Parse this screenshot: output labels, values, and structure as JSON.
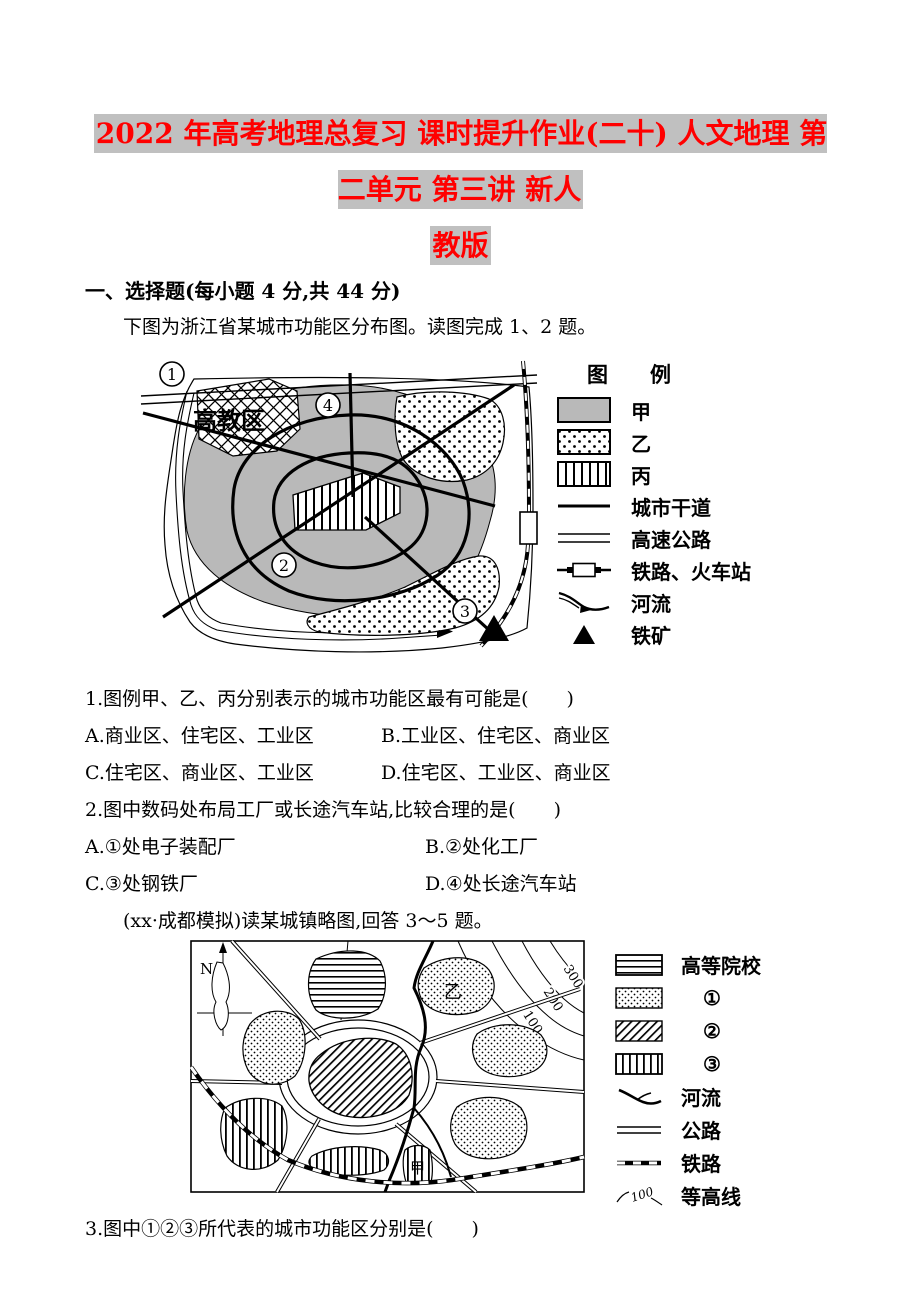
{
  "colors": {
    "title_text": "#FF0000",
    "title_highlight": "#C0C0C0",
    "map_gray_fill": "#B9B9B9",
    "ink": "#000000",
    "paper": "#FFFFFF"
  },
  "title": {
    "line1": "2022 年高考地理总复习 课时提升作业(二十) 人文地理 第二单元 第三讲 新人",
    "line2": "教版"
  },
  "section": {
    "heading": "一、选择题(每小题 4 分,共 44 分)",
    "intro1": "下图为浙江省某城市功能区分布图。读图完成 1、2 题。",
    "intro2": "(xx·成都模拟)读某城镇略图,回答 3～5 题。"
  },
  "figure1": {
    "map_labels": {
      "gaojiao": "高教区",
      "m1": "1",
      "m2": "2",
      "m3": "3",
      "m4": "4"
    },
    "legend": {
      "title": "图　　例",
      "items": [
        {
          "symbol": "gray-fill-swatch",
          "label": "甲"
        },
        {
          "symbol": "dotted-swatch",
          "label": "乙"
        },
        {
          "symbol": "vertical-stripes-swatch",
          "label": "丙"
        },
        {
          "symbol": "thick-line-swatch",
          "label": "城市干道"
        },
        {
          "symbol": "double-line-swatch",
          "label": "高速公路"
        },
        {
          "symbol": "railway-station-swatch",
          "label": "铁路、火车站"
        },
        {
          "symbol": "river-swatch",
          "label": "河流"
        },
        {
          "symbol": "triangle-swatch",
          "label": "铁矿"
        }
      ]
    }
  },
  "questions": {
    "q1": {
      "stem": "1.图例甲、乙、丙分别表示的城市功能区最有可能是(　　)",
      "options": [
        {
          "k": "A.",
          "t": "商业区、住宅区、工业区"
        },
        {
          "k": "B.",
          "t": "工业区、住宅区、商业区"
        },
        {
          "k": "C.",
          "t": "住宅区、商业区、工业区"
        },
        {
          "k": "D.",
          "t": "住宅区、工业区、商业区"
        }
      ]
    },
    "q2": {
      "stem": "2.图中数码处布局工厂或长途汽车站,比较合理的是(　　)",
      "options": [
        {
          "k": "A.",
          "t": "①处电子装配厂"
        },
        {
          "k": "B.",
          "t": "②处化工厂"
        },
        {
          "k": "C.",
          "t": "③处钢铁厂"
        },
        {
          "k": "D.",
          "t": "④处长途汽车站"
        }
      ]
    },
    "q3": {
      "stem": "3.图中①②③所代表的城市功能区分别是(　　)"
    }
  },
  "figure2": {
    "map_labels": {
      "compass": "N",
      "yi": "乙",
      "jia": "甲",
      "contour100": "100",
      "contour200": "200",
      "contour300": "300"
    },
    "legend": {
      "items": [
        {
          "symbol": "horizontal-stripes-swatch",
          "label": "高等院校"
        },
        {
          "symbol": "dotted-swatch",
          "label": "①"
        },
        {
          "symbol": "diagonal-hatch-swatch",
          "label": "②"
        },
        {
          "symbol": "vertical-stripes-swatch",
          "label": "③"
        },
        {
          "symbol": "river-swatch",
          "label": "河流"
        },
        {
          "symbol": "double-line-swatch",
          "label": "公路"
        },
        {
          "symbol": "railway-swatch",
          "label": "铁路"
        },
        {
          "symbol": "contour-swatch",
          "label": "等高线",
          "contour_value": "100"
        }
      ]
    }
  }
}
